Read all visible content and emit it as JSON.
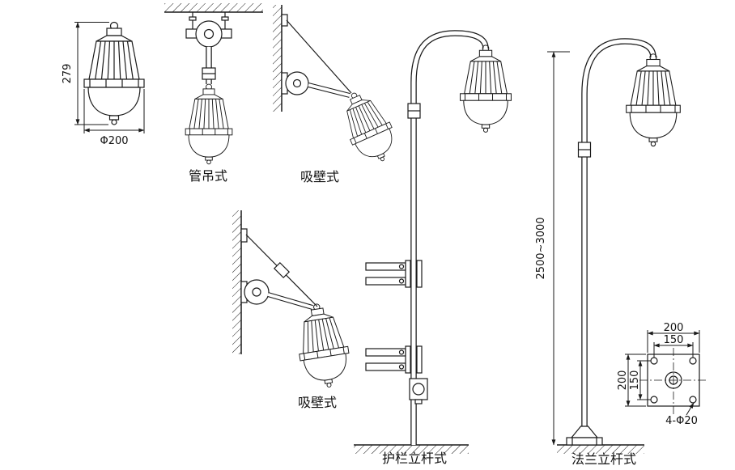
{
  "colors": {
    "line": "#1a1a1a",
    "background": "#ffffff"
  },
  "figures": {
    "lamp_front": {
      "height_dim": "279",
      "diameter_dim": "Φ200"
    },
    "pipe_mount": {
      "label": "管吊式"
    },
    "wall_mount_top": {
      "label": "吸壁式"
    },
    "wall_mount_bottom": {
      "label": "吸壁式"
    },
    "guardrail_pole": {
      "label": "护栏立杆式"
    },
    "flange_pole": {
      "label": "法兰立杆式",
      "height_dim": "2500~3000"
    },
    "flange_detail": {
      "top_outer": "200",
      "top_inner": "150",
      "left_outer": "200",
      "left_inner": "150",
      "bolt_label": "4-Φ20"
    }
  }
}
